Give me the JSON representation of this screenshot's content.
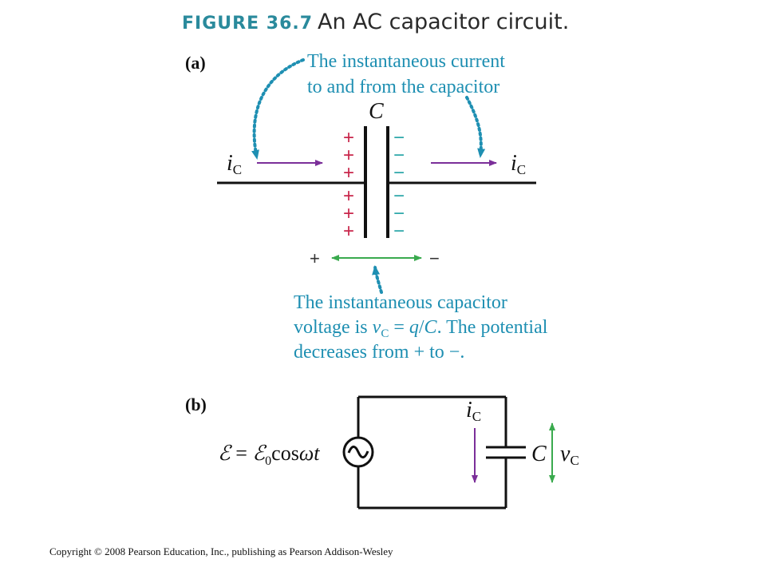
{
  "figure": {
    "number": "FIGURE 36.7",
    "title": "An AC capacitor circuit."
  },
  "part_a": {
    "label": "(a)",
    "current_note": [
      "The instantaneous current",
      "to and from the capacitor"
    ],
    "capacitor_label": "C",
    "current_label": "i",
    "current_sub": "C",
    "plus_symbol": "+",
    "minus_symbol": "−",
    "voltage_note": {
      "line1": "The instantaneous capacitor",
      "line2_pre": "voltage is ",
      "line2_var": "v",
      "line2_sub": "C",
      "line2_eq": " = ",
      "line2_q": "q",
      "line2_slash": "/",
      "line2_c": "C",
      "line2_post": ". The potential",
      "line3": "decreases from + to −."
    }
  },
  "part_b": {
    "label": "(b)",
    "emf_symbol": "ℰ",
    "emf_eq": " = ",
    "emf_zero": "0",
    "emf_cos": "cos",
    "emf_omega_t": "ωt",
    "current_label": "i",
    "current_sub": "C",
    "capacitor_label": "C",
    "voltage_label": "v",
    "voltage_sub": "C"
  },
  "copyright": "Copyright © 2008 Pearson Education, Inc., publishing as Pearson Addison-Wesley",
  "colors": {
    "note_blue": "#1e8fb2",
    "current_purple": "#7b2f99",
    "voltage_green": "#3aaa4e",
    "plus_red": "#c8264b",
    "minus_teal": "#2aa6a8",
    "title_teal": "#2a8a9c"
  }
}
